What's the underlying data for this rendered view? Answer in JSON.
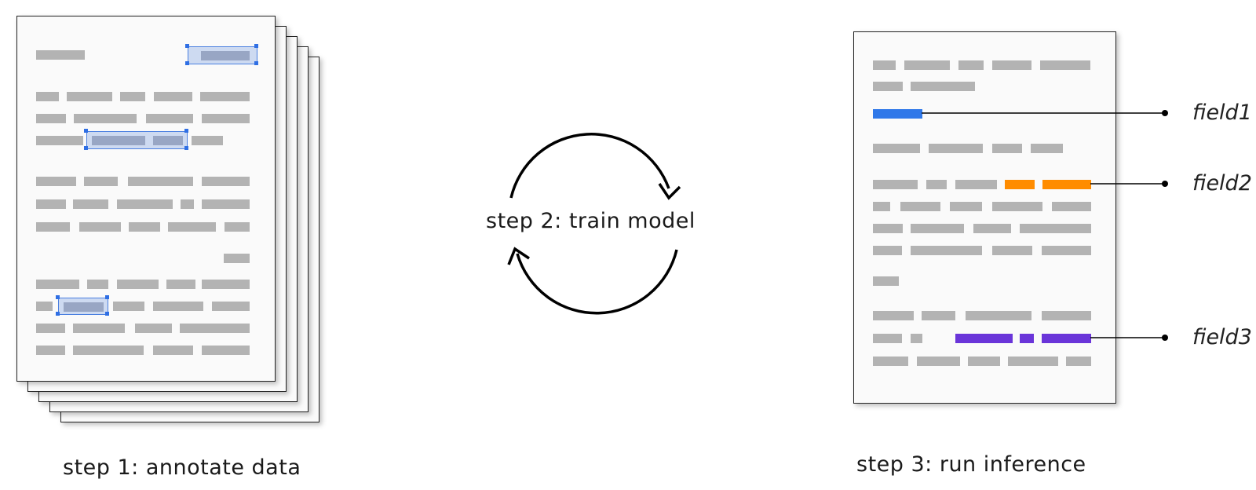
{
  "steps": {
    "annotate": "step 1: annotate data",
    "train": "step 2: train model",
    "inference": "step 3: run inference"
  },
  "fields": [
    "field1",
    "field2",
    "field3"
  ],
  "colors": {
    "field1": "#2f78e9",
    "field2": "#ff8c00",
    "field3": "#6a35d9",
    "annotation": "#4a7fe0",
    "placeholder": "#b3b3b3"
  }
}
